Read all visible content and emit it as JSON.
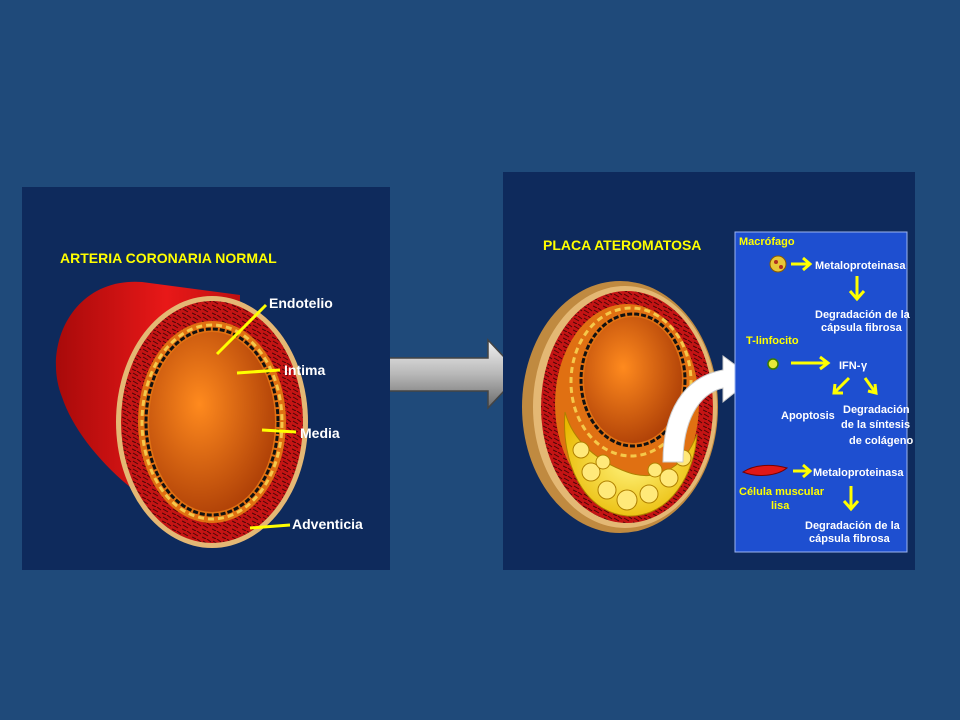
{
  "left": {
    "title": "ARTERIA CORONARIA NORMAL",
    "labels": {
      "endotelio": "Endotelio",
      "intima": "Intima",
      "media": "Media",
      "adventicia": "Adventicia"
    }
  },
  "right": {
    "title": "PLACA ATEROMATOSA",
    "box": {
      "macrofago": "Macrófago",
      "metaloproteinasa_1": "Metaloproteinasa",
      "degradacion_1_line1": "Degradación de la",
      "degradacion_1_line2": "cápsula fibrosa",
      "t_linfocito": "T-linfocito",
      "ifn": "IFN-",
      "gamma": "γ",
      "apoptosis": "Apoptosis",
      "degradacion_sintesis_line1": "Degradación",
      "degradacion_sintesis_line2": "de la síntesis",
      "degradacion_sintesis_line3": "de colágeno",
      "metaloproteinasa_2": "Metaloproteinasa",
      "celula_line1": "Célula muscular",
      "celula_line2": "lisa",
      "degradacion_2_line1": "Degradación de la",
      "degradacion_2_line2": "cápsula fibrosa"
    }
  },
  "colors": {
    "background": "#1f4a7a",
    "panel": "#0e2a5c",
    "info_box": "#1e4fd0",
    "title_yellow": "#ffff00",
    "artery_red": "#e01010",
    "lumen_orange": "#d85a0a",
    "plaque_yellow": "#f5d020"
  },
  "icons": [
    "gray-transition-arrow",
    "white-curved-arrow",
    "yellow-arrow",
    "macrophage-cell-icon",
    "lymphocyte-cell-icon",
    "smooth-muscle-cell-icon"
  ]
}
